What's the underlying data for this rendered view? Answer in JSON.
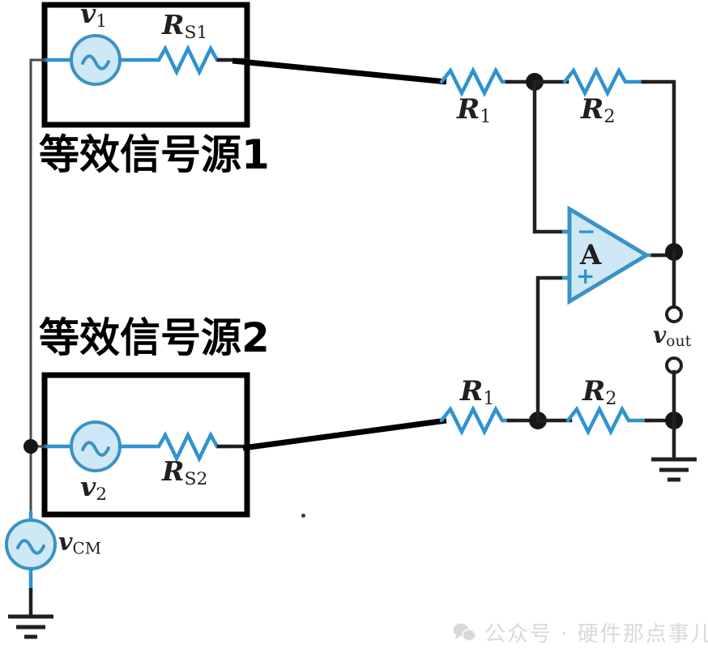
{
  "diagram": {
    "title": "Differential amplifier with equivalent signal sources",
    "colors": {
      "wire_black": "#231f20",
      "wire_blue": "#2f93cf",
      "component_fill": "#cfe8f6",
      "component_stroke": "#3a93c4",
      "box_stroke": "#000000",
      "label_text": "#231f20",
      "watermark": "#d9d9d9"
    },
    "boxes": [
      {
        "name": "equivalent-source-1",
        "caption": "等效信号源1"
      },
      {
        "name": "equivalent-source-2",
        "caption": "等效信号源2"
      }
    ],
    "labels": {
      "source1_v": {
        "base": "v",
        "sub": "1"
      },
      "source1_rs": {
        "base": "R",
        "sub": "S1"
      },
      "source2_v": {
        "base": "v",
        "sub": "2"
      },
      "source2_rs": {
        "base": "R",
        "sub": "S2"
      },
      "vcm": {
        "base": "v",
        "sub": "CM"
      },
      "vout": {
        "base": "v",
        "sub": "out"
      },
      "r1_top": {
        "base": "R",
        "sub": "1"
      },
      "r2_top": {
        "base": "R",
        "sub": "2"
      },
      "r1_bottom": {
        "base": "R",
        "sub": "1"
      },
      "r2_bottom": {
        "base": "R",
        "sub": "2"
      },
      "opamp_gain": "A",
      "opamp_inverting": "−",
      "opamp_noninverting": "+"
    },
    "captions": {
      "source1": "等效信号源1",
      "source2": "等效信号源2"
    },
    "watermark": {
      "icon": "wechat-icon",
      "text": "公众号 · 硬件那点事儿"
    }
  }
}
